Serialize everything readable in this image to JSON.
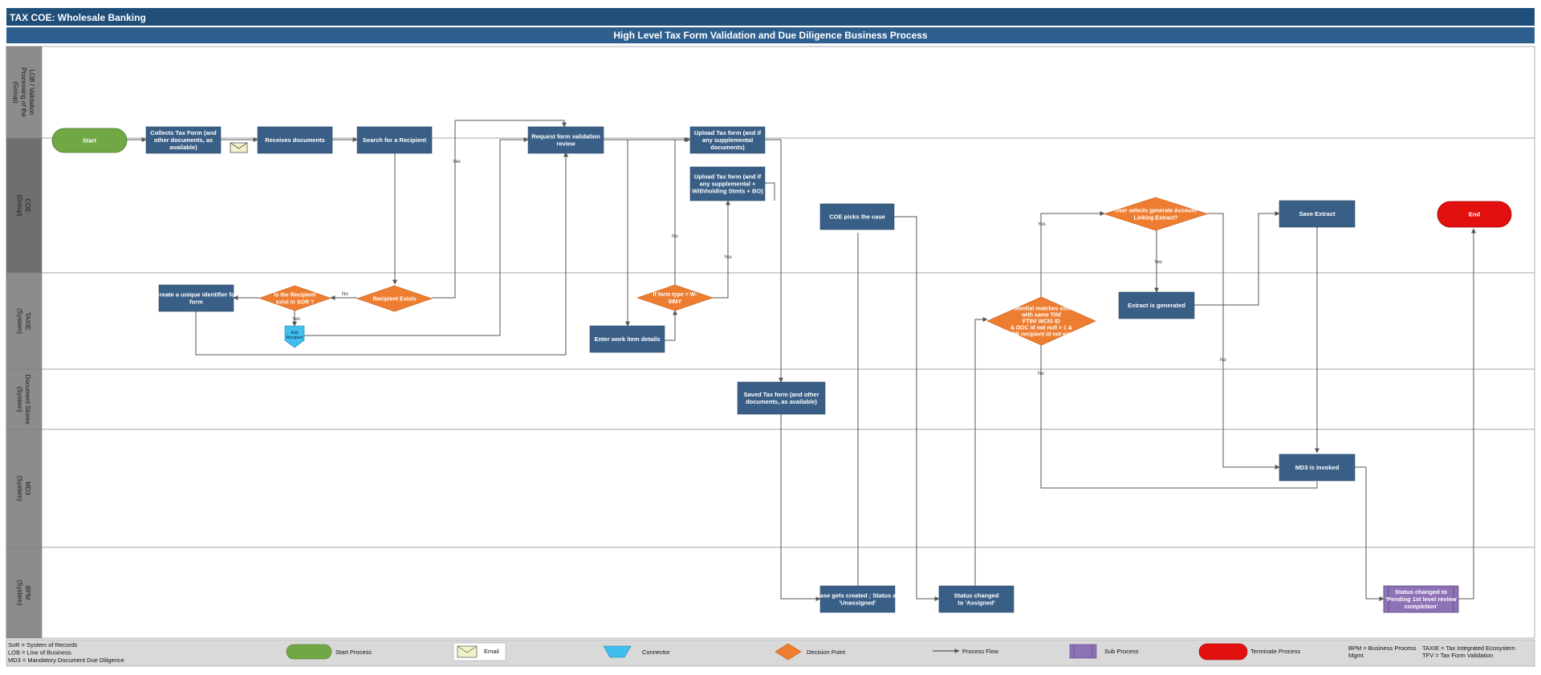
{
  "header": {
    "title": "TAX COE: Wholesale Banking",
    "subtitle": "High Level Tax Form Validation and Due Diligence Business Process",
    "colors": {
      "header": "#1f4e79",
      "subheader": "#2e5f8e",
      "lane_label": "#8c8c8c",
      "lane_label_dark": "#6f6f6f"
    }
  },
  "lanes": [
    {
      "lines": [
        "LOB / Validation",
        "Processing of the",
        "(Group)"
      ]
    },
    {
      "lines": [
        "COE",
        "(Group)"
      ]
    },
    {
      "lines": [
        "TAXIE",
        "(System)"
      ]
    },
    {
      "lines": [
        "Document Stores",
        "(System)"
      ]
    },
    {
      "lines": [
        "MD3",
        "(System)"
      ]
    },
    {
      "lines": [
        "BPM",
        "(System)"
      ]
    }
  ],
  "nodes": {
    "start": "Start",
    "collects": [
      "Collects Tax Form (and",
      "other documents, as",
      "available)"
    ],
    "receives": "Receives documents",
    "search": "Search for a Recipient",
    "request": [
      "Request form validation",
      "review"
    ],
    "upload1": [
      "Upload Tax form (and if",
      "any supplemental",
      "documents)"
    ],
    "upload2": [
      "Upload Tax form (and if",
      "any supplemental +",
      "Withholding Stmts + BO)"
    ],
    "coe_picks": "COE picks the case",
    "user_selects": [
      "User selects generate Account",
      "Linking Extract?"
    ],
    "save_extract": "Save Extract",
    "end": "End",
    "create_unique": [
      "Create a unique identifier for",
      "form"
    ],
    "is_recipient": [
      "Is the Recipient",
      "exist in SOR ?"
    ],
    "recipient_exists": "Recipient Exists",
    "if_form_type": [
      "If form type = W-",
      "8IMY"
    ],
    "enter_work": "Enter work item details",
    "potential": [
      "Potential matches exist",
      "with same TIN/",
      "FTIN/ WCIS ID",
      "& DOC id not null > 1 &",
      "SOR recipient id not exist"
    ],
    "extract_generated": "Extract is generated",
    "add_recipient": [
      "Add",
      "Recipient"
    ],
    "saved_tax": [
      "Saved Tax form (and other",
      "documents, as available)"
    ],
    "md3_invoked": "MD3 is Invoked",
    "case_created": [
      "Case gets created ; Status as",
      "'Unassigned'"
    ],
    "status_assigned": [
      "Status changed",
      "to 'Assigned'"
    ],
    "status_pending": [
      "Status changed to",
      "'Pending 1st level review",
      "completion'"
    ]
  },
  "edge_labels": {
    "yes": "Yes",
    "no": "No"
  },
  "legend": {
    "abbreviations": [
      "SoR = System of Records",
      "LOB = Line of Business",
      "MD3 = Mandatory Document Due Diligence"
    ],
    "start_process": "Start Process",
    "email": "Email",
    "connector": "Connector",
    "decision_point": "Decision Point",
    "process_flow": "Process Flow",
    "sub_process": "Sub Process",
    "terminate_process": "Terminate Process",
    "bpm_def": [
      "BPM = Business Process",
      "Mgmt"
    ],
    "taxie_def": [
      "TAXIE = Tax Integrated Ecosystem",
      "TFV = Tax Form Validation"
    ]
  },
  "colors": {
    "process": "#3a5f87",
    "decision": "#ed7d31",
    "start": "#70a845",
    "end": "#e31010",
    "connector": "#40bfef",
    "subprocess": "#8e72b6",
    "line": "#555555",
    "legend_bg": "#d9d9d9"
  }
}
